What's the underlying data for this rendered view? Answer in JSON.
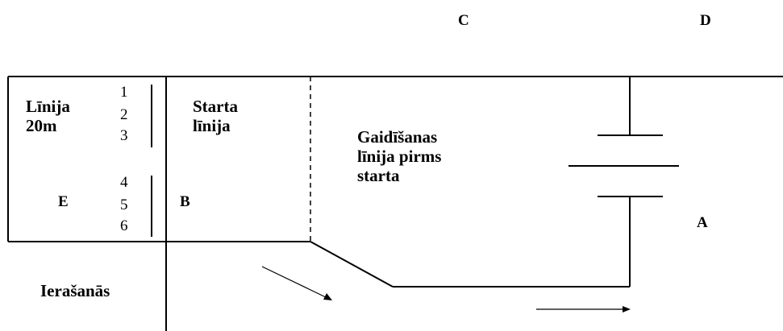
{
  "labels": {
    "C": "C",
    "D": "D",
    "A": "A",
    "B": "B",
    "E": "E",
    "linija_20m": "Līnija\n20m",
    "starta_linija": "Starta\nlīnija",
    "gaidisanas": "Gaidīšanas\nlīnija pirms\nstarta",
    "ierasanas": "Ierašanās"
  },
  "lane_numbers": [
    "1",
    "2",
    "3",
    "4",
    "5",
    "6"
  ]
}
